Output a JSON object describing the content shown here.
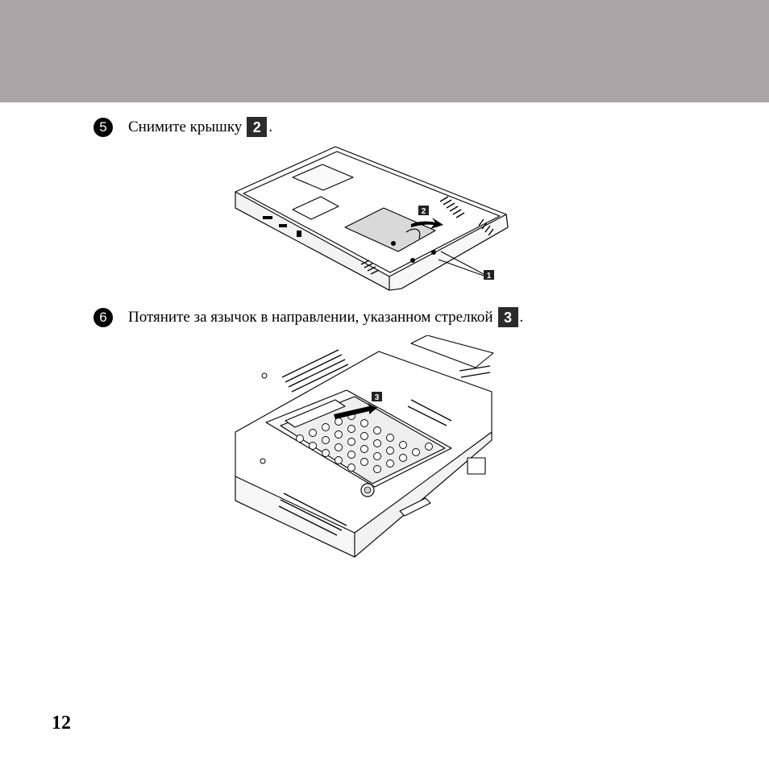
{
  "header": {
    "band_color": "#a8a6a7"
  },
  "steps": [
    {
      "number": "5",
      "text": "Снимите крышку",
      "callout": "2",
      "end": "."
    },
    {
      "number": "6",
      "text": "Потяните за язычок в направлении, указанном стрелкой",
      "callout": "3",
      "end": "."
    }
  ],
  "figures": [
    {
      "callouts": [
        "2",
        "1"
      ]
    },
    {
      "callouts": [
        "3"
      ]
    }
  ],
  "page_number": "12"
}
